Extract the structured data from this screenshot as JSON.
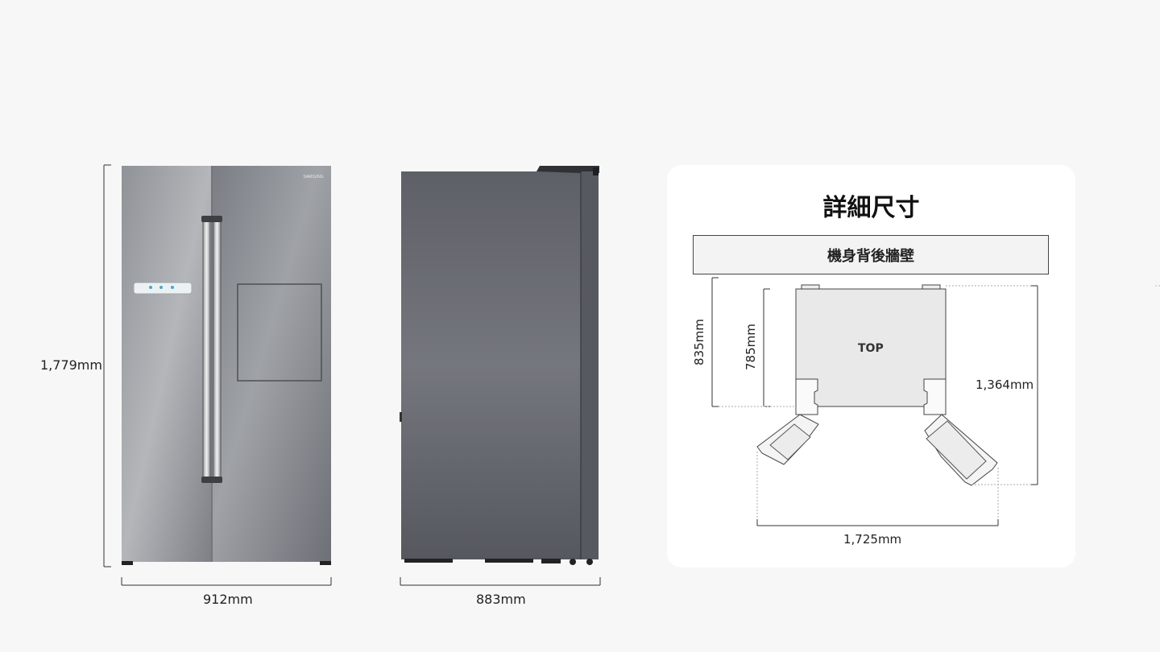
{
  "front_view": {
    "brand": "SAMSUNG",
    "height_label": "1,779mm",
    "width_label": "912mm"
  },
  "side_view": {
    "depth_label": "883mm"
  },
  "detail_card": {
    "title": "詳細尺寸",
    "wall_label": "機身背後牆壁",
    "top_label": "TOP",
    "depth_with_doors_label": "835mm",
    "body_depth_label": "785mm",
    "open_depth_label": "1,364mm",
    "open_width_label": "1,725mm"
  },
  "colors": {
    "background": "#f7f7f7",
    "card": "#ffffff",
    "steel_light": "#a9abb0",
    "steel_dark": "#55585e",
    "top_fill": "#e8e8e8"
  }
}
